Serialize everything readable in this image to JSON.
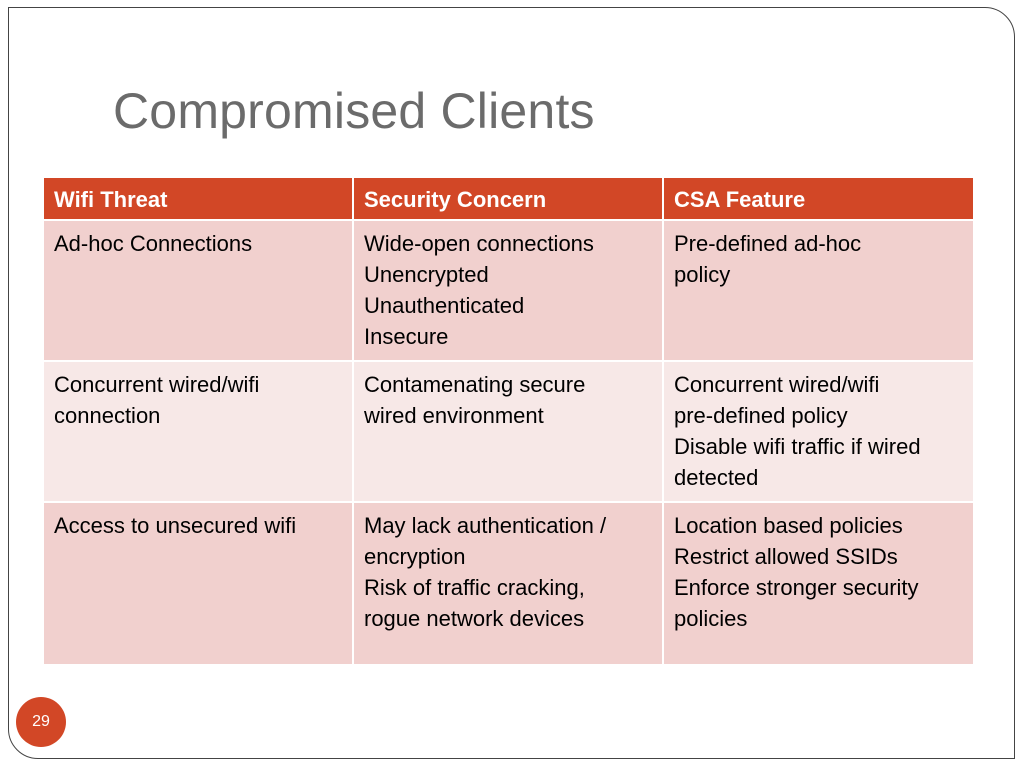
{
  "slide": {
    "title": "Compromised Clients",
    "page_number": "29"
  },
  "table": {
    "headers": [
      "Wifi Threat",
      "Security Concern",
      "CSA Feature"
    ],
    "rows": [
      {
        "threat": [
          "Ad-hoc Connections"
        ],
        "concern": [
          "Wide-open connections",
          "Unencrypted",
          "Unauthenticated",
          "Insecure"
        ],
        "feature": [
          "Pre-defined ad-hoc",
          "policy"
        ]
      },
      {
        "threat": [
          "Concurrent wired/wifi",
          "connection"
        ],
        "concern": [
          "Contamenating secure",
          "wired environment"
        ],
        "feature": [
          "Concurrent wired/wifi",
          "pre-defined policy",
          "Disable wifi traffic if wired",
          "detected"
        ]
      },
      {
        "threat": [
          "Access to unsecured wifi"
        ],
        "concern": [
          "May lack authentication /",
          "encryption",
          "Risk of traffic cracking,",
          "rogue network devices"
        ],
        "feature": [
          "Location based policies",
          "Restrict allowed SSIDs",
          "Enforce stronger security",
          "policies"
        ]
      }
    ]
  },
  "colors": {
    "accent": "#d24726",
    "row_odd": "#f1d0ce",
    "row_even": "#f7e8e7",
    "title": "#6b6b6b"
  }
}
